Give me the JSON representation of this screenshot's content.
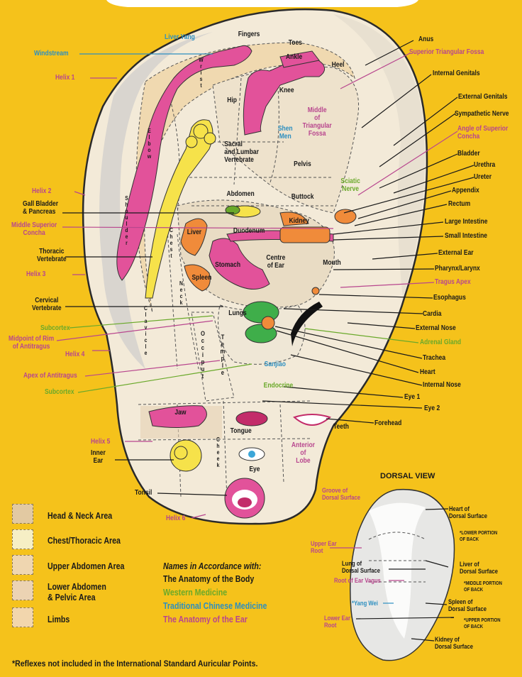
{
  "title_dorsal": "DORSAL VIEW",
  "footnote": "*Reflexes not included in the International Standard Auricular Points.",
  "legend_areas": [
    {
      "label": "Head & Neck Area",
      "color": "#e2c9a2"
    },
    {
      "label": "Chest/Thoracic Area",
      "color": "#f6efc5"
    },
    {
      "label": "Upper Abdomen Area",
      "color": "#efd6b0"
    },
    {
      "label": "Lower Abdomen\n& Pelvic Area",
      "color": "#ecd3b3"
    },
    {
      "label": "Limbs",
      "color": "#f2d6ad"
    }
  ],
  "names_heading": "Names in Accordance with:",
  "names": [
    {
      "label": "The Anatomy of the Body",
      "color": "#1a1a1a"
    },
    {
      "label": "Western Medicine",
      "color": "#6aa92a"
    },
    {
      "label": "Traditional Chinese Medicine",
      "color": "#2d8fc0"
    },
    {
      "label": "The Anatomy of the Ear",
      "color": "#b8468e"
    }
  ],
  "inner_labels": {
    "fingers": "Fingers",
    "toes": "Toes",
    "ankle": "Ankle",
    "heel": "Heel",
    "knee": "Knee",
    "hip": "Hip",
    "wrist": "Wrist",
    "elbow": "Elbow",
    "shoulder": "Shoulder",
    "chest": "Chest",
    "neck": "Neck",
    "clavicle": "Clavicle",
    "sacral": "Sacral\nand Lumbar\nVertebrate",
    "pelvis": "Pelvis",
    "shen_men": "Shen\nMen",
    "middle_triangular": "Middle\nof\nTriangular\nFossa",
    "sciatic": "Sciatic\nNerve",
    "abdomen": "Abdomen",
    "buttock": "Buttock",
    "kidney": "Kidney",
    "duodenum": "Duodenum",
    "liver": "Liver",
    "spleen": "Spleen",
    "stomach": "Stomach",
    "centre_ear": "Centre\nof Ear",
    "mouth": "Mouth",
    "lungs": "Lungs",
    "occiput": "Occiput",
    "temple": "Temple",
    "sanjiao": "Sanjiao",
    "endocrine": "Endocrine",
    "jaw": "Jaw",
    "tongue": "Tongue",
    "teeth": "Teeth",
    "cheek": "Cheek",
    "eye": "Eye",
    "anterior_lobe": "Anterior\nof\nLobe"
  },
  "left_labels": [
    {
      "text": "Liver Yang",
      "color": "blue"
    },
    {
      "text": "Windstream",
      "color": "blue"
    },
    {
      "text": "Helix 1",
      "color": "pink"
    },
    {
      "text": "Helix 2",
      "color": "pink"
    },
    {
      "text": "Gall Bladder\n& Pancreas",
      "color": "black"
    },
    {
      "text": "Middle Superior\nConcha",
      "color": "pink"
    },
    {
      "text": "Thoracic\nVertebrate",
      "color": "black"
    },
    {
      "text": "Helix 3",
      "color": "pink"
    },
    {
      "text": "Cervical\nVertebrate",
      "color": "black"
    },
    {
      "text": "Subcortex",
      "color": "green"
    },
    {
      "text": "Midpoint of Rim\nof Antitragus",
      "color": "pink"
    },
    {
      "text": "Helix 4",
      "color": "pink"
    },
    {
      "text": "Apex of Antitragus",
      "color": "pink"
    },
    {
      "text": "Subcortex",
      "color": "green"
    },
    {
      "text": "Helix 5",
      "color": "pink"
    },
    {
      "text": "Inner\nEar",
      "color": "black"
    },
    {
      "text": "Tonsil",
      "color": "black"
    },
    {
      "text": "Helix 6",
      "color": "pink"
    }
  ],
  "right_labels": [
    {
      "text": "Anus",
      "color": "black"
    },
    {
      "text": "Superior Triangular Fossa",
      "color": "pink"
    },
    {
      "text": "Internal Genitals",
      "color": "black"
    },
    {
      "text": "External Genitals",
      "color": "black"
    },
    {
      "text": "Sympathetic Nerve",
      "color": "black"
    },
    {
      "text": "Angle of Superior\nConcha",
      "color": "pink"
    },
    {
      "text": "Bladder",
      "color": "black"
    },
    {
      "text": "Urethra",
      "color": "black"
    },
    {
      "text": "Ureter",
      "color": "black"
    },
    {
      "text": "Appendix",
      "color": "black"
    },
    {
      "text": "Rectum",
      "color": "black"
    },
    {
      "text": "Large Intestine",
      "color": "black"
    },
    {
      "text": "Small Intestine",
      "color": "black"
    },
    {
      "text": "External Ear",
      "color": "black"
    },
    {
      "text": "Pharynx/Larynx",
      "color": "black"
    },
    {
      "text": "Tragus Apex",
      "color": "pink"
    },
    {
      "text": "Esophagus",
      "color": "black"
    },
    {
      "text": "Cardia",
      "color": "black"
    },
    {
      "text": "External Nose",
      "color": "black"
    },
    {
      "text": "Adrenal Gland",
      "color": "green"
    },
    {
      "text": "Trachea",
      "color": "black"
    },
    {
      "text": "Heart",
      "color": "black"
    },
    {
      "text": "Internal Nose",
      "color": "black"
    },
    {
      "text": "Eye 1",
      "color": "black"
    },
    {
      "text": "Eye 2",
      "color": "black"
    },
    {
      "text": "Forehead",
      "color": "black"
    }
  ],
  "dorsal_labels": [
    {
      "text": "Groove of\nDorsal Surface",
      "color": "pink"
    },
    {
      "text": "Heart of\nDorsal Surface",
      "color": "black"
    },
    {
      "text": "*LOWER PORTION\nOF BACK",
      "color": "black"
    },
    {
      "text": "Upper Ear\nRoot",
      "color": "pink"
    },
    {
      "text": "Lung of\nDorsal Surface",
      "color": "black"
    },
    {
      "text": "Liver of\nDorsal Surface",
      "color": "black"
    },
    {
      "text": "Root of Ear Vagus",
      "color": "pink"
    },
    {
      "text": "*MIDDLE PORTION\nOF BACK",
      "color": "black"
    },
    {
      "text": "*Yang Wei",
      "color": "blue"
    },
    {
      "text": "Spleen of\nDorsal Surface",
      "color": "black"
    },
    {
      "text": "Lower Ear\nRoot",
      "color": "pink"
    },
    {
      "text": "*UPPER PORTION\nOF BACK",
      "color": "black"
    },
    {
      "text": "Kidney of\nDorsal Surface",
      "color": "black"
    }
  ]
}
